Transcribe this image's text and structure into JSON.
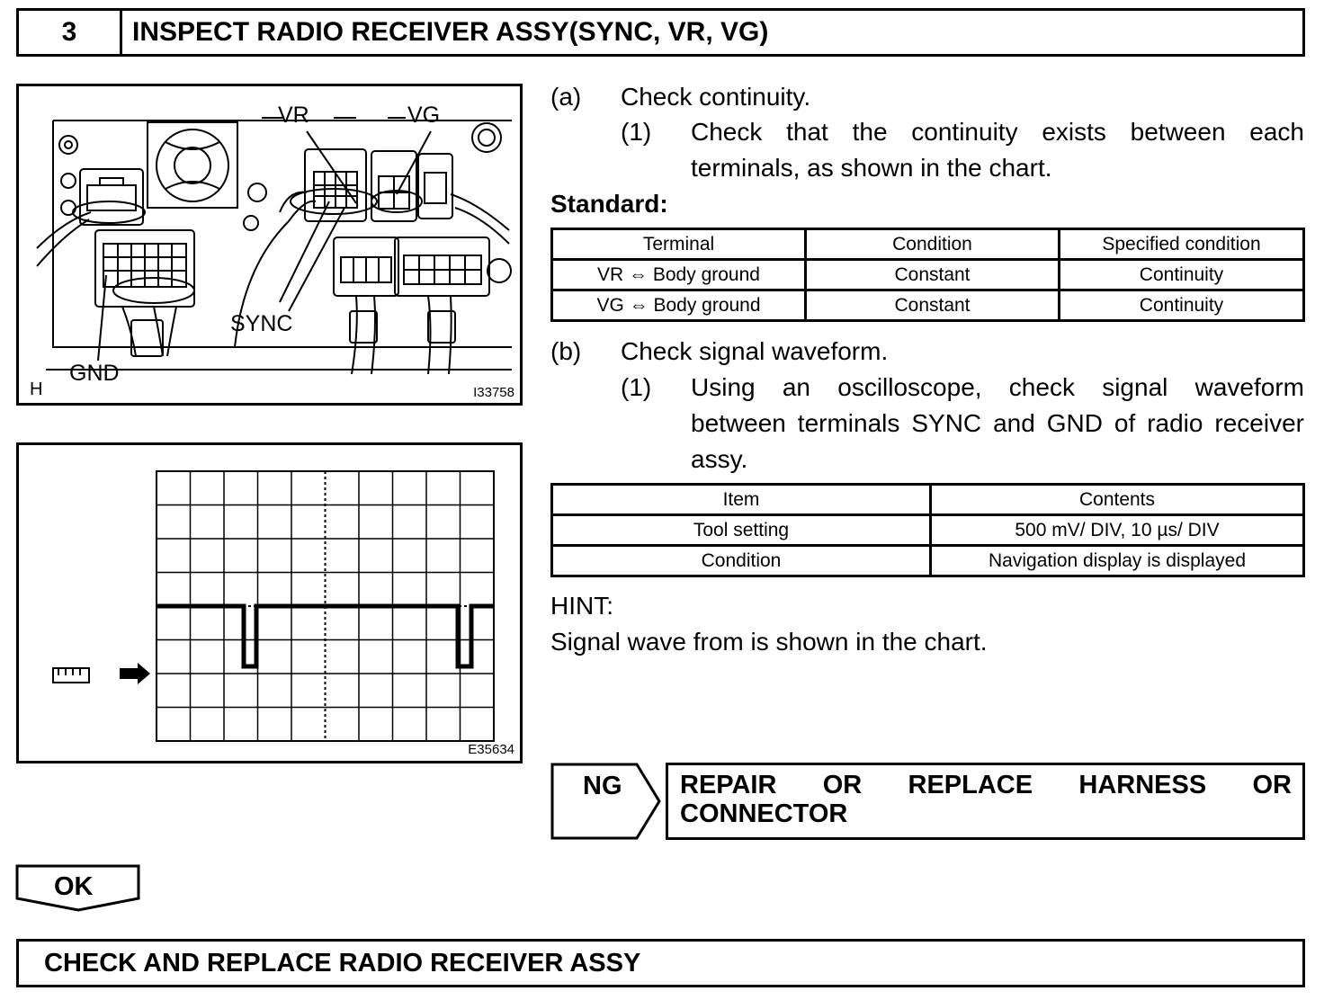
{
  "header": {
    "step_number": "3",
    "title": "INSPECT RADIO RECEIVER ASSY(SYNC, VR, VG)"
  },
  "figure1": {
    "labels": {
      "vr": "VR",
      "vg": "VG",
      "sync": "SYNC",
      "gnd": "GND",
      "corner": "H",
      "code": "I33758"
    }
  },
  "figure2": {
    "code": "E35634",
    "probe_icon": "probe-icon",
    "arrow_icon": "arrow-right-icon"
  },
  "steps": {
    "a_marker": "(a)",
    "a_text": "Check continuity.",
    "a1_marker": "(1)",
    "a1_text": "Check that the continuity exists between each terminals, as shown in the chart.",
    "standard_label": "Standard:",
    "b_marker": "(b)",
    "b_text": "Check signal waveform.",
    "b1_marker": "(1)",
    "b1_text": "Using an oscilloscope, check signal waveform between terminals SYNC and GND of radio receiver assy."
  },
  "continuity_table": {
    "headers": [
      "Terminal",
      "Condition",
      "Specified condition"
    ],
    "rows": [
      [
        "VR ⇔ Body ground",
        "Constant",
        "Continuity"
      ],
      [
        "VG ⇔ Body ground",
        "Constant",
        "Continuity"
      ]
    ]
  },
  "waveform_table": {
    "headers": [
      "Item",
      "Contents"
    ],
    "rows": [
      [
        "Tool setting",
        "500 mV/ DIV, 10 µs/ DIV"
      ],
      [
        "Condition",
        "Navigation display is displayed"
      ]
    ]
  },
  "hint": {
    "label": "HINT:",
    "text": "Signal wave from is shown in the chart."
  },
  "ng": {
    "label": "NG",
    "action_line1": "REPAIR OR REPLACE HARNESS OR",
    "action_line2": "CONNECTOR"
  },
  "ok": {
    "label": "OK"
  },
  "final": {
    "text": "CHECK AND REPLACE RADIO RECEIVER ASSY"
  }
}
